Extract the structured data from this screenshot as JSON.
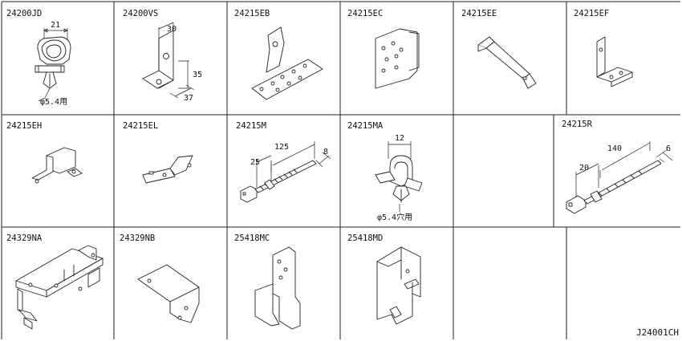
{
  "parts": [
    {
      "number": "24200JD",
      "dims": [
        "21"
      ],
      "note": "φ5.4用"
    },
    {
      "number": "24200VS",
      "dims": [
        "30",
        "35",
        "37"
      ]
    },
    {
      "number": "24215EB"
    },
    {
      "number": "24215EC"
    },
    {
      "number": "24215EE"
    },
    {
      "number": "24215EF"
    },
    {
      "number": "24215EH"
    },
    {
      "number": "24215EL"
    },
    {
      "number": "24215M",
      "dims": [
        "125",
        "25",
        "8"
      ]
    },
    {
      "number": "24215MA",
      "dims": [
        "12"
      ],
      "note": "φ5.4穴用"
    },
    {
      "number": "24215R",
      "dims": [
        "140",
        "20",
        "6"
      ]
    },
    {
      "number": "24329NA"
    },
    {
      "number": "24329NB"
    },
    {
      "number": "25418MC"
    },
    {
      "number": "25418MD"
    }
  ],
  "diagram_code": "J24001CH"
}
